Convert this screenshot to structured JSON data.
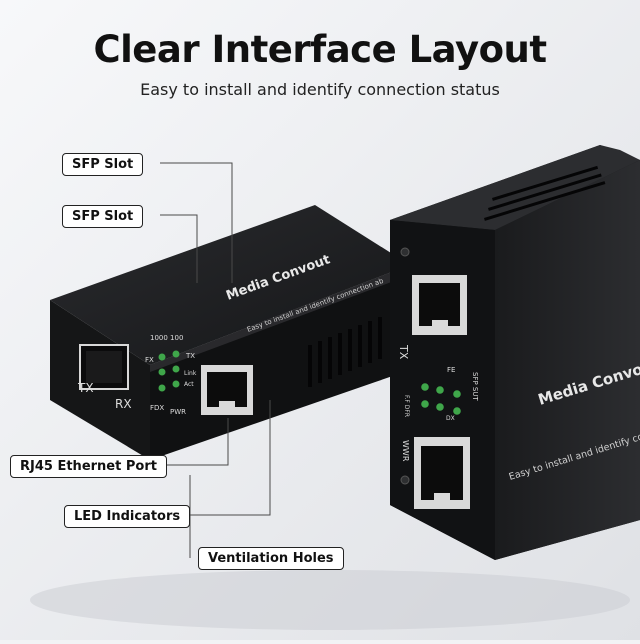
{
  "header": {
    "title": "Clear Interface Layout",
    "subtitle": "Easy to install and identify connection status"
  },
  "callouts": {
    "sfp_slot_1": "SFP Slot",
    "sfp_slot_2": "SFP Slot",
    "rj45_port": "RJ45 Ethernet Port",
    "led_indicators": "LED Indicators",
    "ventilation_holes": "Ventilation Holes"
  },
  "left_device": {
    "brand": "Media Convout",
    "tagline": "Easy to install and identify connection ab",
    "speed_label": "1000 100",
    "tx_label": "TX",
    "rx_label": "RX",
    "led_fx": "FX",
    "led_tx": "TX",
    "led_link": "Link",
    "led_act": "Act",
    "led_fdx": "FDX",
    "led_pwr": "PWR"
  },
  "right_device": {
    "brand": "Media Convout",
    "tagline": "Easy to install and identify connection s",
    "tx_label": "TX",
    "sfp_label": "SFP SUT",
    "fe_label": "FE",
    "led_left": "F.F DFR",
    "led_dx": "DX",
    "port2_label": "WWR"
  },
  "colors": {
    "device_body": "#1b1c1e",
    "led_green": "#3fa64a",
    "background": "#f2f3f5"
  }
}
